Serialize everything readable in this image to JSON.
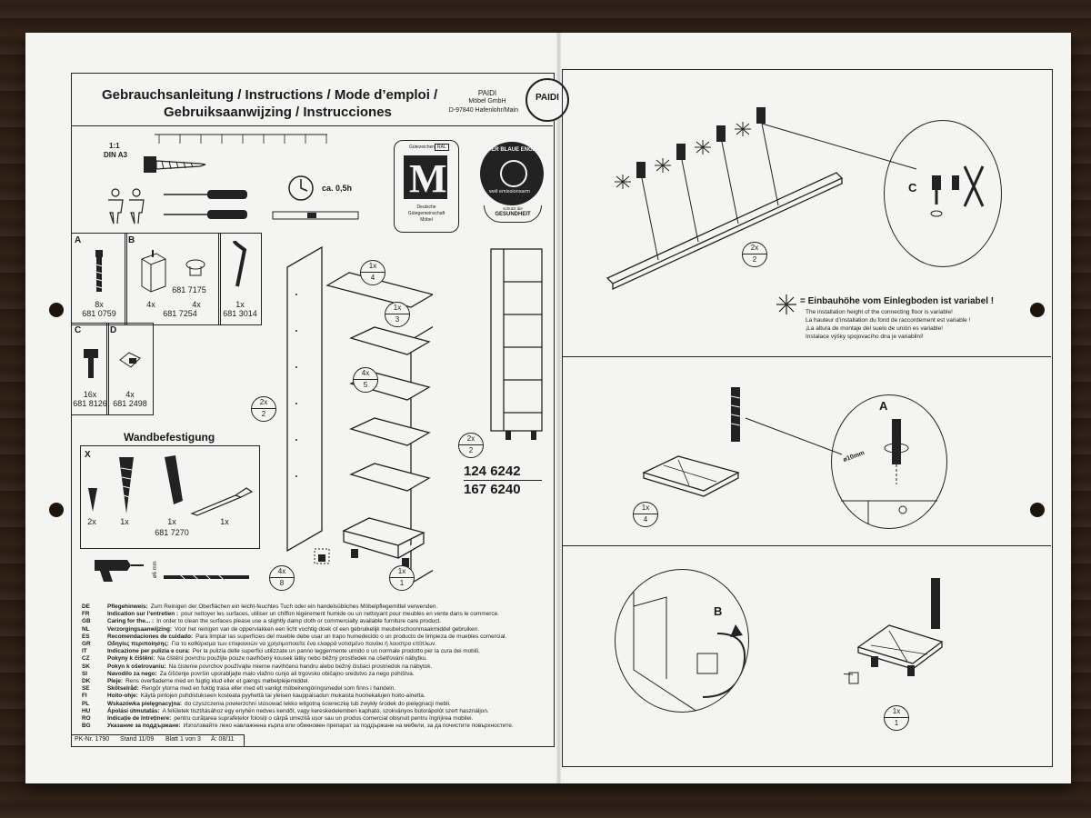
{
  "header": {
    "title_line1": "Gebrauchsanleitung / Instructions / Mode d’emploi /",
    "title_line2": "Gebruiksaanwijzing / Instrucciones",
    "company_name": "PAIDI",
    "company_line2": "Möbel GmbH",
    "company_line3": "D-97840 Hafenlohr/Main",
    "logo_text": "PAIDI"
  },
  "scale": {
    "ratio": "1:1",
    "paper": "DIN A3"
  },
  "time": "ca. 0,5h",
  "ral_mark": {
    "top": "Gütezeichen",
    "ral": "RAL",
    "letter": "M",
    "caption1": "Deutsche",
    "caption2": "Gütegemeinschaft",
    "caption3": "Möbel"
  },
  "blue_angel": {
    "top": "DER BLAUE ENGEL",
    "middle": "weil emissionsarm",
    "bottom1": "schützt die",
    "bottom2": "GESUNDHEIT"
  },
  "parts": {
    "A": {
      "label": "A",
      "qty": "8x",
      "code": "681 0759"
    },
    "B": {
      "label": "B",
      "qty1": "4x",
      "qty2": "4x",
      "code1": "681 7254",
      "code2": "681 7175"
    },
    "key": {
      "qty": "1x",
      "code": "681 3014"
    },
    "C": {
      "label": "C",
      "qty": "16x",
      "code": "681 8126"
    },
    "D": {
      "label": "D",
      "qty": "4x",
      "code": "681 2498"
    }
  },
  "wall": {
    "title": "Wandbefestigung",
    "label": "X",
    "qty1": "2x",
    "qty2": "1x",
    "qty3": "1x",
    "qty4": "1x",
    "code": "681 7270",
    "drill": "ø6 mm"
  },
  "article_numbers": [
    "124 6242",
    "167 6240"
  ],
  "badges": {
    "top_shelf": [
      "1x",
      "4"
    ],
    "side_left": [
      "2x",
      "2"
    ],
    "back": [
      "1x",
      "3"
    ],
    "shelves": [
      "4x",
      "5"
    ],
    "side_right": [
      "2x",
      "2"
    ],
    "feet": [
      "4x",
      "8"
    ],
    "bottom": [
      "1x",
      "1"
    ],
    "step1": [
      "2x",
      "2"
    ],
    "step2": [
      "1x",
      "4"
    ],
    "step3": [
      "1x",
      "1"
    ]
  },
  "care": [
    {
      "code": "DE",
      "head": "Pflegehinweis:",
      "text": "Zum Reinigen der Oberflächen ein leicht-feuchtes Tuch oder ein handelsübliches Möbelpflegemittel verwenden."
    },
    {
      "code": "FR",
      "head": "Indication sur l’entretien :",
      "text": "pour nettoyer les surfaces, utiliser un chiffon légèrement humide ou un nettoyant pour meubles en vente dans le commerce."
    },
    {
      "code": "GB",
      "head": "Caring for the... :",
      "text": "In order to clean the surfaces please use a slightly damp cloth or commercially available furniture care product."
    },
    {
      "code": "NL",
      "head": "Verzorgingsaanwijzing:",
      "text": "Voor het reinigen van de oppervlakken een licht vochtig doek of een gebruikelijk meubelschoonmaakmiddel gebruiken."
    },
    {
      "code": "ES",
      "head": "Recomendaciones de cuidado:",
      "text": "Para limpiar las superficies del mueble debe usar un trapo humedecido o un producto de limpieza de muebles comercial."
    },
    {
      "code": "GR",
      "head": "Οδηγίες περιποίησης:",
      "text": "Για το καθάρισμα των επιφανειών να χρησιμοποιείτε ένα ελαφρά νοτισμένο πανάκι ή λουστρο επίπλων."
    },
    {
      "code": "IT",
      "head": "Indicazione per pulizia e cura:",
      "text": "Per la pulizia delle superfici utilizzate un panno leggermente umido o un normale prodotto per la cura dei mobili."
    },
    {
      "code": "CZ",
      "head": "Pokyny k čištění:",
      "text": "Na čištění povrchu použijte pouze navlhčený kousek látky nebo běžný prostředek na ošetřování nábytku."
    },
    {
      "code": "SK",
      "head": "Pokyn k ošetrovaniu:",
      "text": "Na čistenie povrchov používajte mierne navlhčenú handru alebo bežný čistiaci prostriedok na nábytok."
    },
    {
      "code": "SI",
      "head": "Navodilo za nego:",
      "text": "Za čiščenje površin uporabljajte malo vlažno cunjo ali trgovsko običajno sredstvo za nego pohištva."
    },
    {
      "code": "DK",
      "head": "Pleje:",
      "text": "Rens overfladerne med en fugtig klud eller et gængs møbelplejemiddel."
    },
    {
      "code": "SE",
      "head": "Skötselråd:",
      "text": "Rengör ytorna med en fuktig trasa eller med ett vanligt möbelrengöringsmedel som finns i handeln."
    },
    {
      "code": "FI",
      "head": "Hoito-ohje:",
      "text": "Käytä pintojen puhdistukseen kosteata pyyhettä tai yleisen kauppaisadun mukaista huonekalujen hoito-ainetta."
    },
    {
      "code": "PL",
      "head": "Wskazówka pielęgnacyjna:",
      "text": "do czyszczenia powierzchni stosować lekko wilgotną ściereczkę lub zwykły środek do pielęgnacji mebli."
    },
    {
      "code": "HU",
      "head": "Ápolási útmutatás:",
      "text": "A felületek tisztításához egy enyhén nedves kendőt, vagy kereskedelemben kapható, szokványos bútorápolót szert használjon."
    },
    {
      "code": "RO",
      "head": "Indicație de întreținere:",
      "text": "pentru curățarea suprafețelor folosiți o cârpă umezită ușor sau un produs comercial obișnuit pentru îngrijirea mobilei."
    },
    {
      "code": "BG",
      "head": "Указание за поддържане:",
      "text": "Използвайте леко навлажнена кърпа или обикновен препарат за поддържане на мебели, за да почистите повърхностите."
    }
  ],
  "footer": {
    "pk": "PK-Nr. 1790",
    "stand": "Stand 11/09",
    "sheet": "Blatt 1 von 3",
    "change": "Ä: 08/11"
  },
  "step1": {
    "label": "C",
    "note_head": "= Einbauhöhe vom Einlegboden ist variabel !",
    "note_lines": [
      "The installation height of the connecting floor is variable!",
      "La hauteur d’installation du fond de raccordement est variable !",
      "¡La altura de montaje del suelo de unión es variable!",
      "Instalace výšky spojovacího dna je variabilní!"
    ]
  },
  "step2": {
    "label": "A",
    "dim": "ø10mm"
  },
  "step3": {
    "label": "B"
  }
}
